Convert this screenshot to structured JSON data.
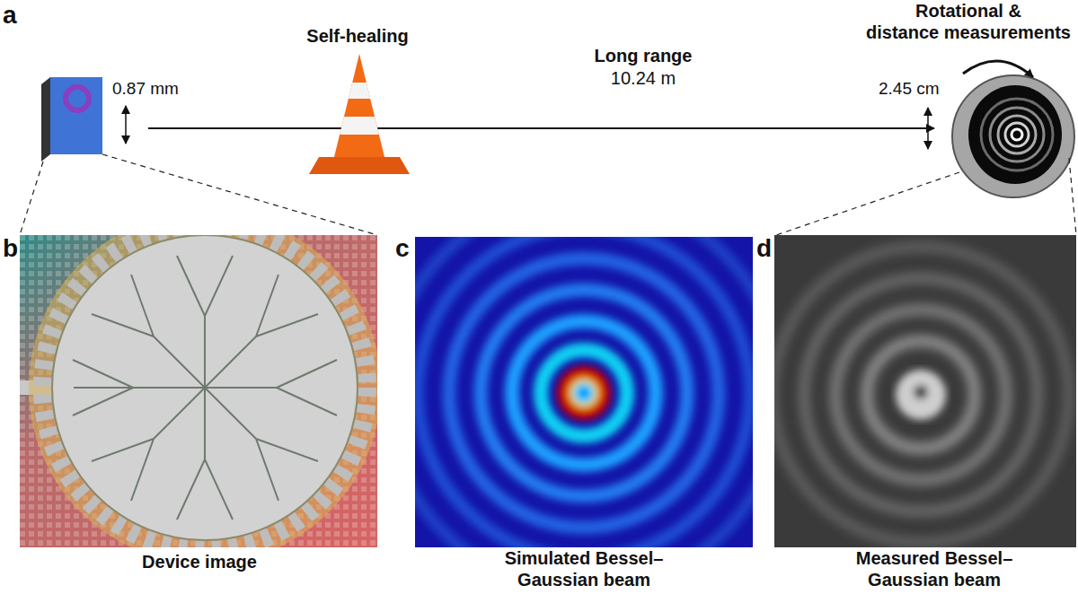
{
  "diagram": {
    "labels": [
      "a",
      "Self-healing",
      "Long range",
      "10.24 m",
      "Rotational & distance measurements",
      "0.87 mm",
      "2.45 cm",
      "b",
      "c",
      "d",
      "Device image",
      "Simulated Bessel–Gaussian beam",
      "Measured Bessel–Gaussian beam"
    ]
  }
}
